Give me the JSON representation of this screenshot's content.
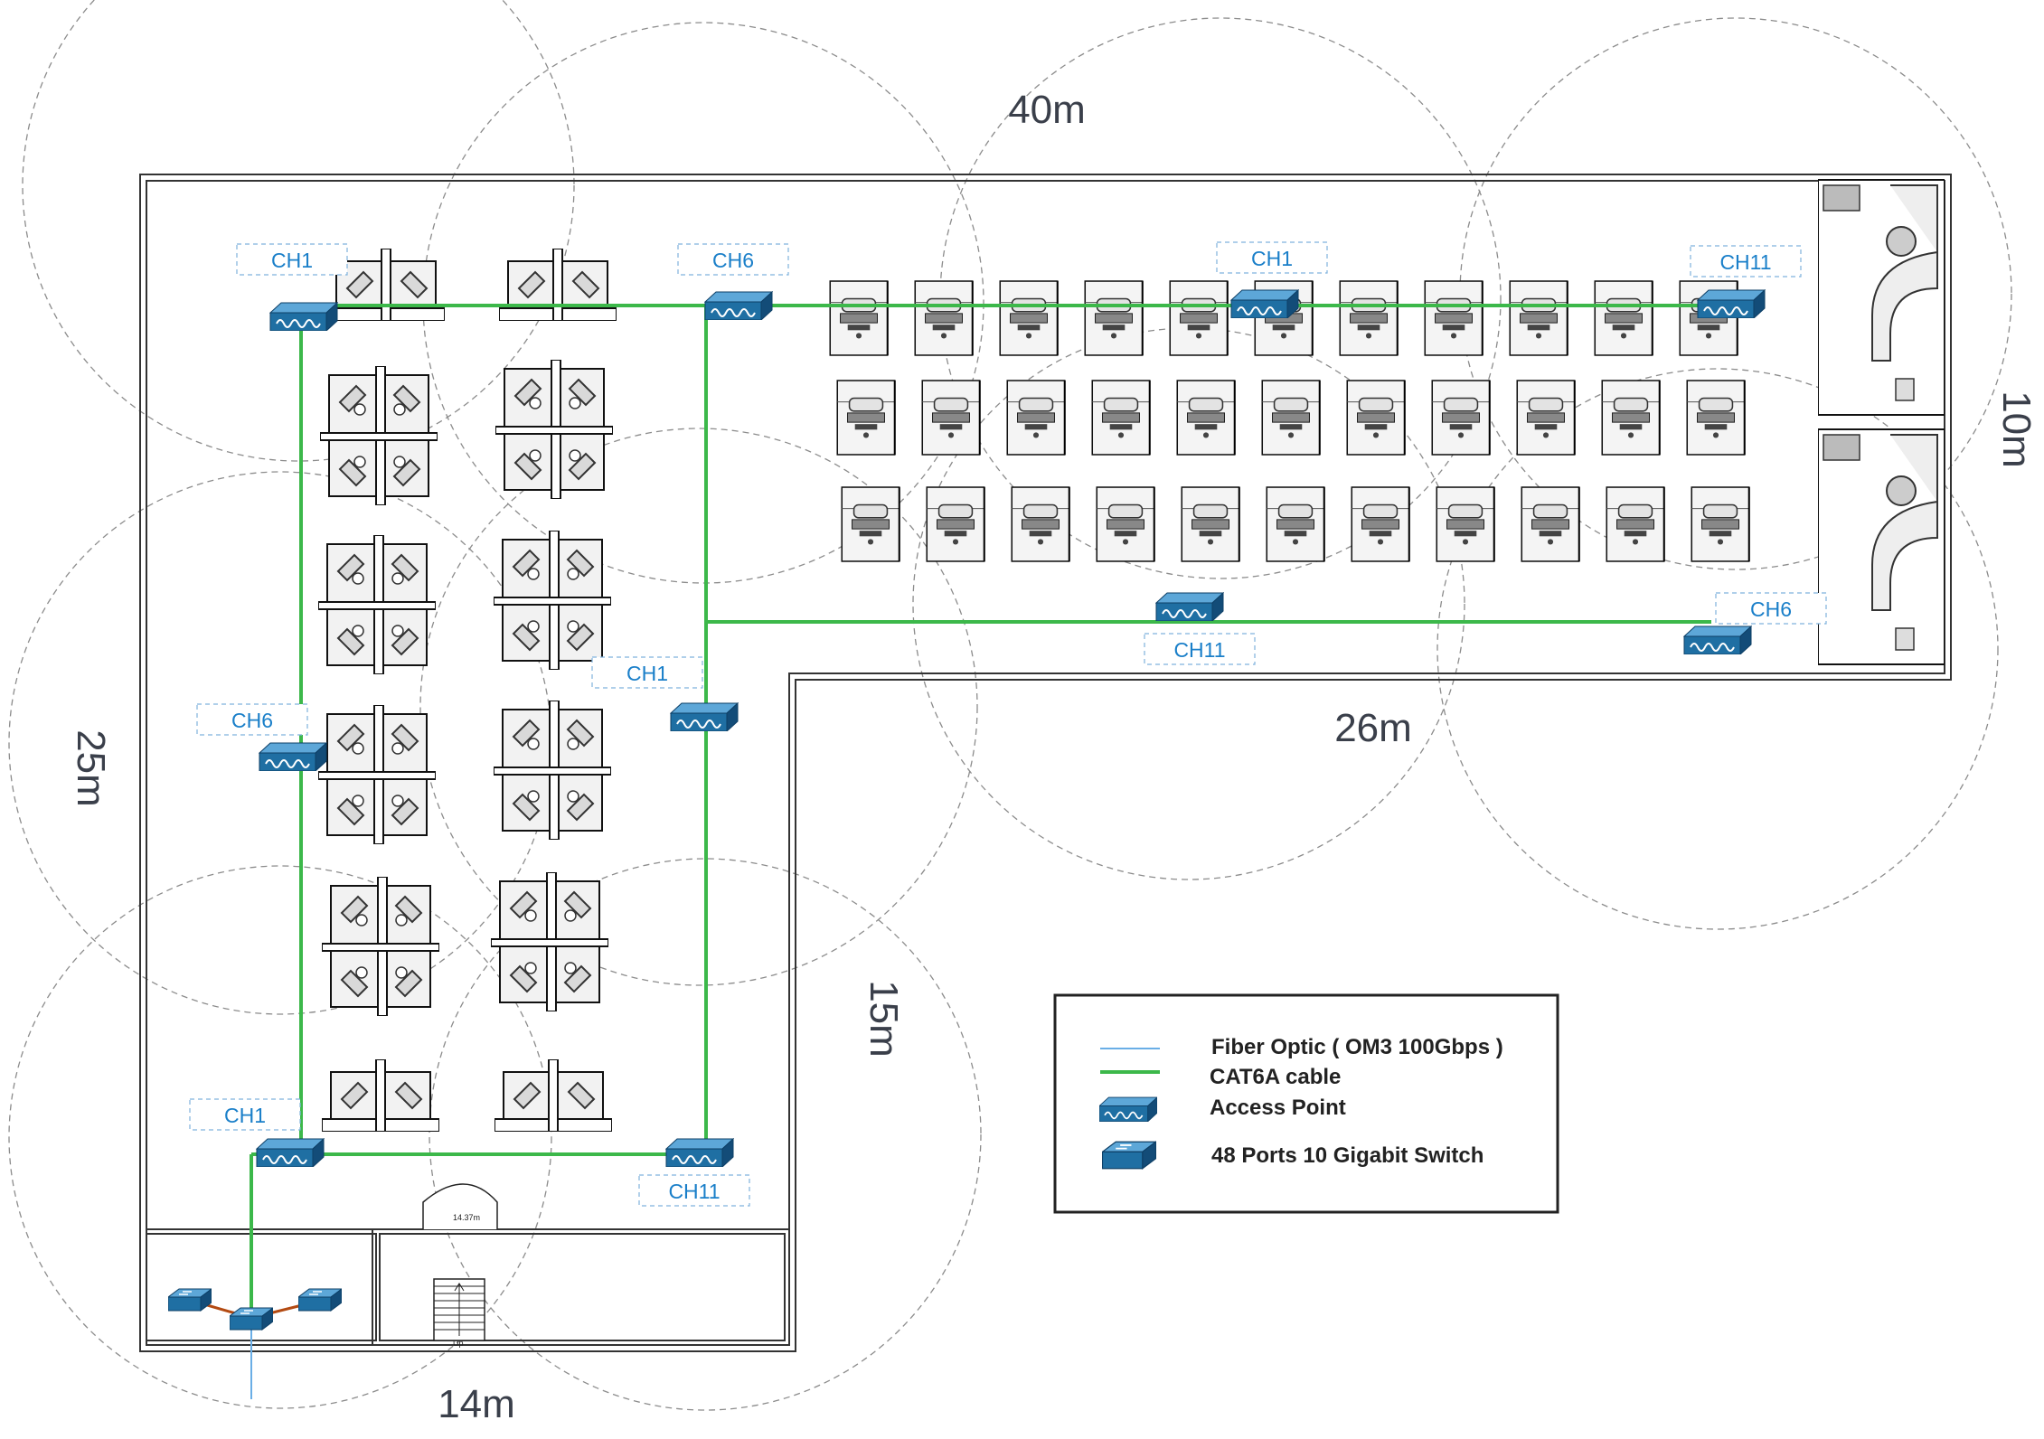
{
  "dimensions": {
    "top": "40m",
    "right": "10m",
    "left": "25m",
    "middle": "26m",
    "inner": "15m",
    "bottom": "14m"
  },
  "channel_labels": {
    "ch_tl": "CH1",
    "ch_t2": "CH6",
    "ch_t3": "CH1",
    "ch_t4": "CH11",
    "ch_l6": "CH6",
    "ch_m1": "CH1",
    "ch_r6": "CH6",
    "ch_m11": "CH11",
    "ch_bl": "CH1",
    "ch_b11": "CH11"
  },
  "legend": {
    "fiber": "Fiber Optic ( OM3 100Gbps )",
    "cat6a": "CAT6A cable",
    "ap": "Access Point",
    "switch": "48 Ports 10 Gigabit Switch"
  },
  "stairs": {
    "width_label": "14.37m",
    "up_label": "Up"
  },
  "colors": {
    "cat6a": "#3cb84a",
    "fiber": "#6aaee6",
    "device": "#1f6fa3",
    "channel": "#1a7fc9"
  }
}
